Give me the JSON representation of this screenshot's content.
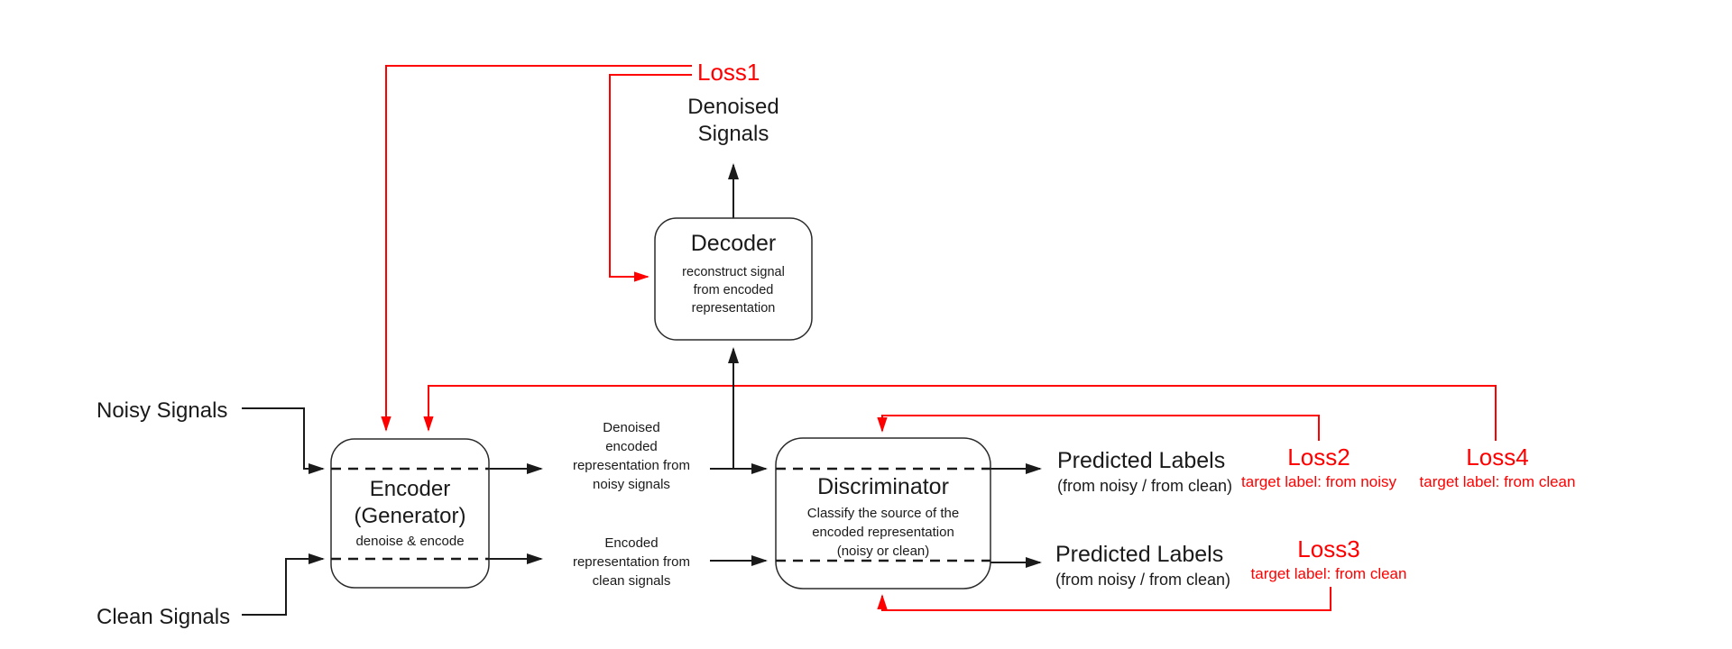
{
  "diagram": {
    "inputs": {
      "noisy_label": "Noisy Signals",
      "clean_label": "Clean Signals"
    },
    "output": {
      "denoised_line1": "Denoised",
      "denoised_line2": "Signals"
    },
    "encoder": {
      "title_line1": "Encoder",
      "title_line2": "(Generator)",
      "subtitle": "denoise & encode"
    },
    "decoder": {
      "title": "Decoder",
      "sub_line1": "reconstruct signal",
      "sub_line2": "from encoded",
      "sub_line3": "representation"
    },
    "discriminator": {
      "title": "Discriminator",
      "sub_line1": "Classify the source of the",
      "sub_line2": "encoded representation",
      "sub_line3": "(noisy or clean)"
    },
    "mid_noisy": {
      "line1": "Denoised",
      "line2": "encoded",
      "line3": "representation from",
      "line4": "noisy signals"
    },
    "mid_clean": {
      "line1": "Encoded",
      "line2": "representation from",
      "line3": "clean signals"
    },
    "predicted_top": {
      "title": "Predicted Labels",
      "sub": "(from noisy / from clean)"
    },
    "predicted_bottom": {
      "title": "Predicted Labels",
      "sub": "(from noisy / from clean)"
    },
    "losses": {
      "loss1": {
        "label": "Loss1"
      },
      "loss2": {
        "label": "Loss2",
        "target": "target label: from noisy"
      },
      "loss3": {
        "label": "Loss3",
        "target": "target label: from clean"
      },
      "loss4": {
        "label": "Loss4",
        "target": "target label: from clean"
      }
    },
    "colors": {
      "loss_red": "#FF0000",
      "ink_black": "#1A1A1A"
    }
  }
}
